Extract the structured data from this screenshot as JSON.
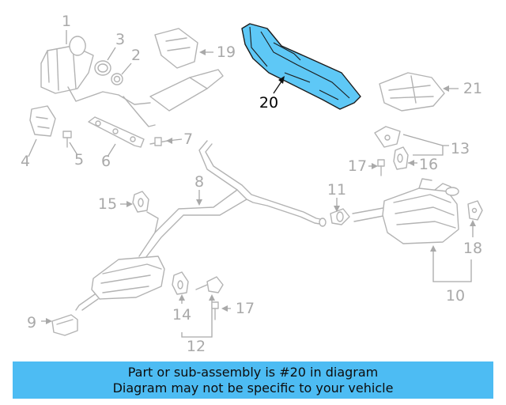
{
  "diagram": {
    "highlight_color": "#5ec8f6",
    "label_color": "#a9a9a9",
    "callouts": {
      "n1": "1",
      "n2": "2",
      "n3": "3",
      "n4": "4",
      "n5": "5",
      "n6": "6",
      "n7": "7",
      "n8": "8",
      "n9": "9",
      "n10": "10",
      "n11": "11",
      "n12": "12",
      "n13": "13",
      "n14": "14",
      "n15": "15",
      "n16": "16",
      "n17a": "17",
      "n17b": "17",
      "n18": "18",
      "n19": "19",
      "n20": "20",
      "n21": "21"
    }
  },
  "banner": {
    "line1": "Part or sub-assembly is #20 in diagram",
    "line2": "Diagram may not be specific to your vehicle",
    "color": "#4dbcf3"
  }
}
